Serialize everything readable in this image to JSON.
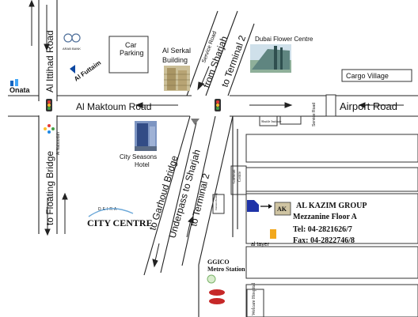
{
  "roads": {
    "al_ittihad": "Al Ittihad Road",
    "al_maktoum": "Al Maktoum Road",
    "airport": "Airport Road",
    "floating_bridge": "to Floating Bridge",
    "garhoud_bridge": "to Garhoud Bridge",
    "underpass": "Underpass to Sharjah",
    "to_terminal_2": "to Terminal 2",
    "from_sharjah": "from Sharjah",
    "service_road": "Service Road",
    "service_road_2": "Service Road",
    "to_terminal_2_top": "to Terminal 2"
  },
  "places": {
    "car_parking_1": "Car",
    "car_parking_2": "Parking",
    "al_serkal_1": "Al Serkal",
    "al_serkal_2": "Building",
    "flower_centre": "Dubai Flower Centre",
    "cargo_village": "Cargo Village",
    "city_seasons_1": "City Seasons",
    "city_seasons_2": "Hotel",
    "garhoud_centre_1": "Garhoud",
    "garhoud_centre_2": "Centre",
    "ggico_1": "GGICO",
    "ggico_2": "Metro Station",
    "welcare": "Welcare Hospital",
    "shuttle": "Shuttle Institute",
    "small_box": "Emirates Building"
  },
  "logos": {
    "onata": "Onata",
    "al_futtaim": "Al Futtaim",
    "arab_bank": "ARAB BANK",
    "al_naboodah": "Al Naboodah",
    "deira": "DEIRA",
    "city_centre": "CITY CENTRE",
    "al_tayer": "al tayer"
  },
  "company": {
    "name": "AL KAZIM GROUP",
    "floor": "Mezzanine Floor A",
    "tel": "Tel: 04-2821626/7",
    "fax": "Fax: 04-2822746/8"
  }
}
